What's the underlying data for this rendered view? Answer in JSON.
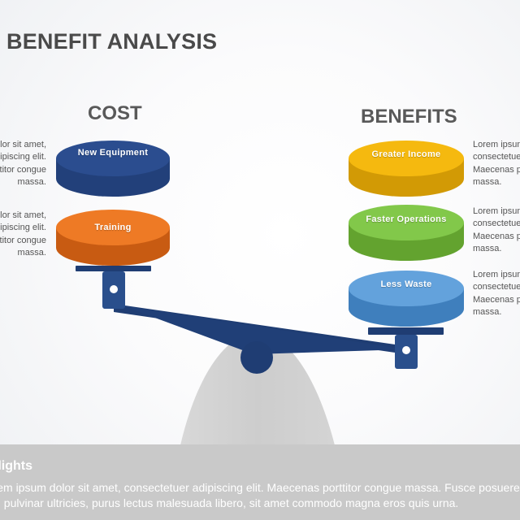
{
  "title": "BENEFIT ANALYSIS",
  "cost": {
    "heading": "COST",
    "items": [
      {
        "label": "New Equipment",
        "color": "#2b4d8f",
        "text": "Lorem ipsum dolor sit amet, consectetuer adipiscing elit. Maecenas porttitor congue massa."
      },
      {
        "label": "Training",
        "color": "#e66f1d",
        "text": "Lorem ipsum dolor sit amet, consectetuer adipiscing elit. Maecenas porttitor congue massa."
      }
    ]
  },
  "benefits": {
    "heading": "BENEFITS",
    "items": [
      {
        "label": "Greater Income",
        "color": "#f2b40c",
        "text": "Lorem ipsum dolor sit amet, consectetuer adipiscing elit. Maecenas porttitor congue massa."
      },
      {
        "label": "Faster Operations",
        "color": "#7cc243",
        "text": "Lorem ipsum dolor sit amet, consectetuer adipiscing elit. Maecenas porttitor congue massa."
      },
      {
        "label": "Less Waste",
        "color": "#5b9bd5",
        "text": "Lorem ipsum dolor sit amet, consectetuer adipiscing elit. Maecenas porttitor congue massa."
      }
    ]
  },
  "footer": {
    "heading": "Highlights",
    "line1": "Lorem ipsum dolor sit amet, consectetuer adipiscing elit. Maecenas porttitor congue massa. Fusce posuere",
    "line2": "Sed pulvinar ultricies, purus lectus malesuada libero, sit amet commodo magna eros quis urna."
  },
  "colors": {
    "scale_dark": "#1f3d73",
    "scale_mid": "#2a4f8c",
    "fulcrum": "#cfcfcf",
    "footer_bg": "#c9c9c9"
  }
}
